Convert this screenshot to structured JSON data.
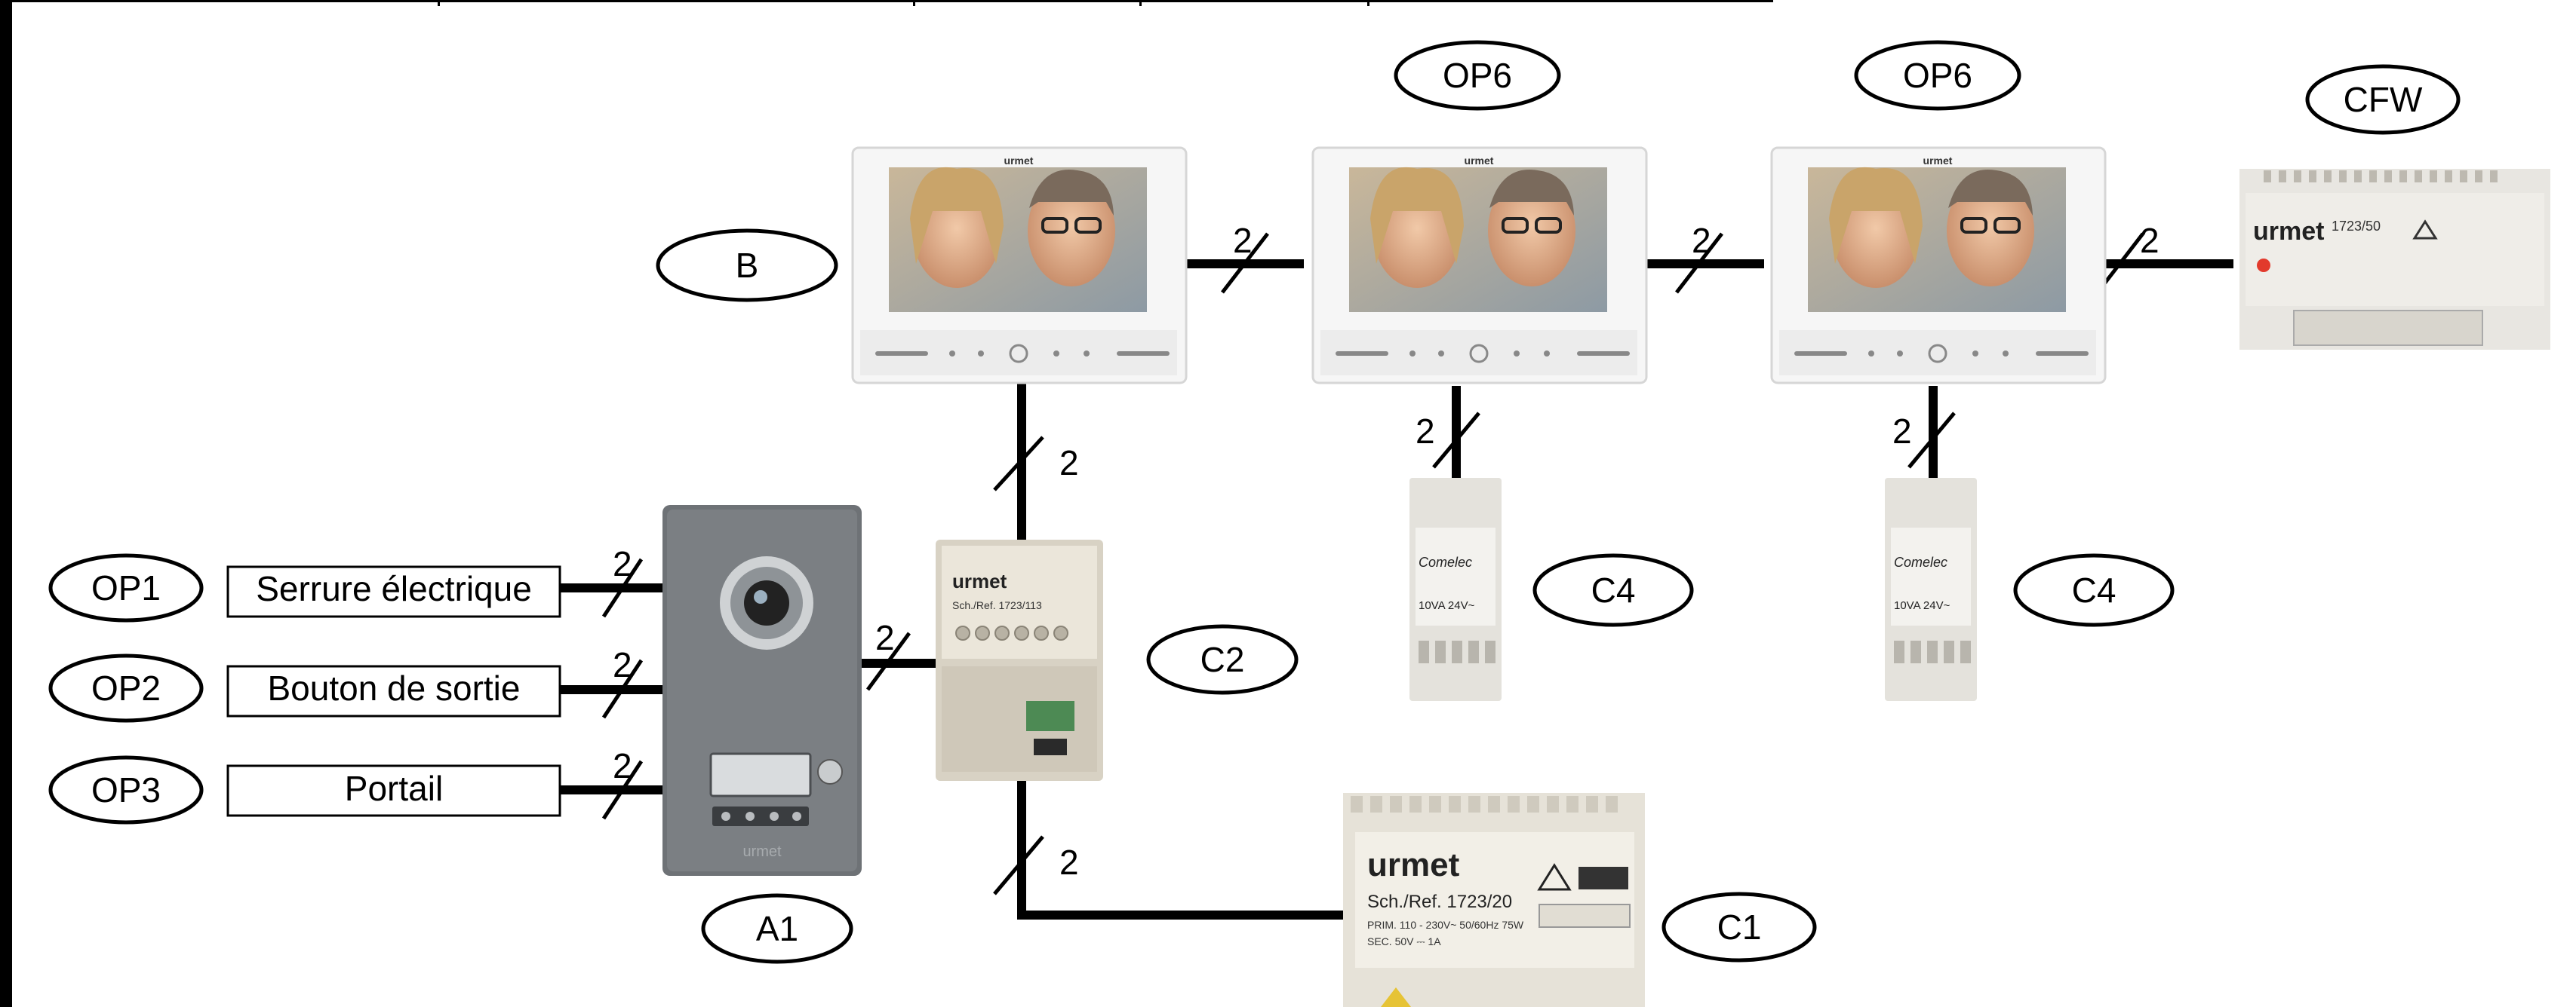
{
  "labels": {
    "op1": "OP1",
    "op2": "OP2",
    "op3": "OP3",
    "a1": "A1",
    "b": "B",
    "c1": "C1",
    "c2": "C2",
    "c4_a": "C4",
    "c4_b": "C4",
    "op6_a": "OP6",
    "op6_b": "OP6",
    "cfw": "CFW"
  },
  "boxes": {
    "serrure": "Serrure électrique",
    "bouton": "Bouton de sortie",
    "portail": "Portail"
  },
  "wire_counts": {
    "serrure": "2",
    "bouton": "2",
    "portail": "2",
    "a1_c2": "2",
    "c2_b": "2",
    "c2_c1": "2",
    "b_op6a": "2",
    "op6a_op6b": "2",
    "op6b_cfw": "2",
    "op6a_c4": "2",
    "op6b_c4": "2"
  },
  "devices": {
    "monitor_brand": "urmet",
    "cfw_brand": "urmet",
    "cfw_ref": "1723/50",
    "c1_brand": "urmet",
    "c1_ref": "Sch./Ref. 1723/20",
    "c1_spec1": "PRIM. 110 - 230V~ 50/60Hz 75W",
    "c1_spec2": "SEC. 50V ⎓ 1A",
    "c2_brand": "urmet",
    "c2_ref": "Sch./Ref. 1723/113",
    "c4_brand": "Comelec",
    "c4_spec": "10VA 24V~",
    "a1_brand": "urmet"
  },
  "colors": {
    "wire": "#000000",
    "panel": "#6e7276",
    "device": "#e9e7e1"
  }
}
